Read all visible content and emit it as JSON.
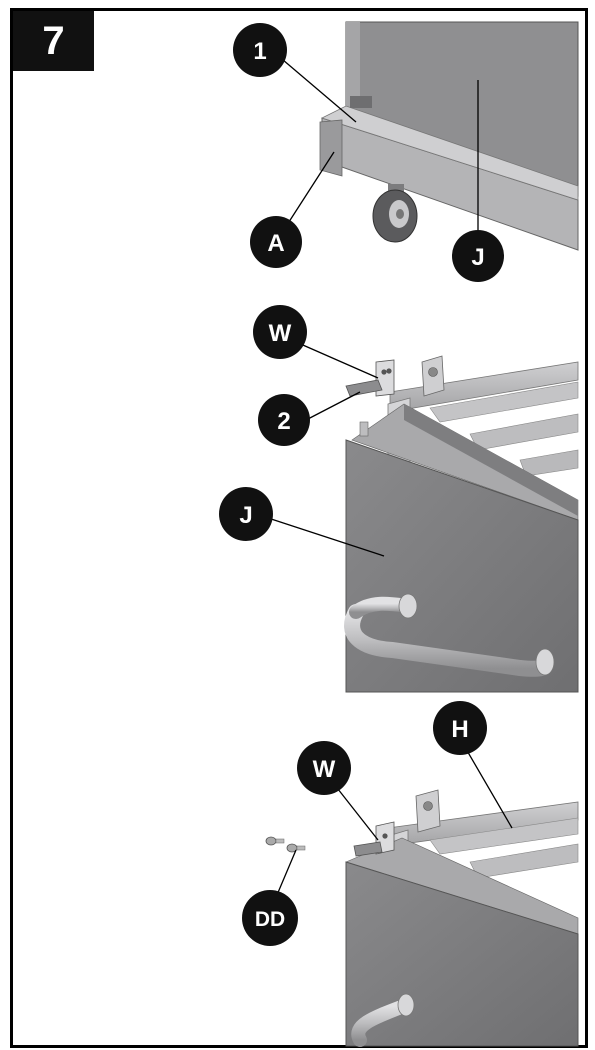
{
  "step_number": "7",
  "panels": [
    {
      "callouts": [
        {
          "id": "callout-1",
          "label": "1"
        },
        {
          "id": "callout-a",
          "label": "A"
        },
        {
          "id": "callout-j",
          "label": "J"
        }
      ]
    },
    {
      "callouts": [
        {
          "id": "callout-w",
          "label": "W"
        },
        {
          "id": "callout-2",
          "label": "2"
        },
        {
          "id": "callout-j",
          "label": "J"
        }
      ]
    },
    {
      "callouts": [
        {
          "id": "callout-h",
          "label": "H"
        },
        {
          "id": "callout-w",
          "label": "W"
        },
        {
          "id": "callout-dd",
          "label": "DD"
        }
      ]
    }
  ],
  "colors": {
    "panel_dark": "#7a7a7c",
    "panel_mid": "#9c9c9e",
    "panel_light": "#c8c8ca",
    "callout_bg": "#111111"
  }
}
